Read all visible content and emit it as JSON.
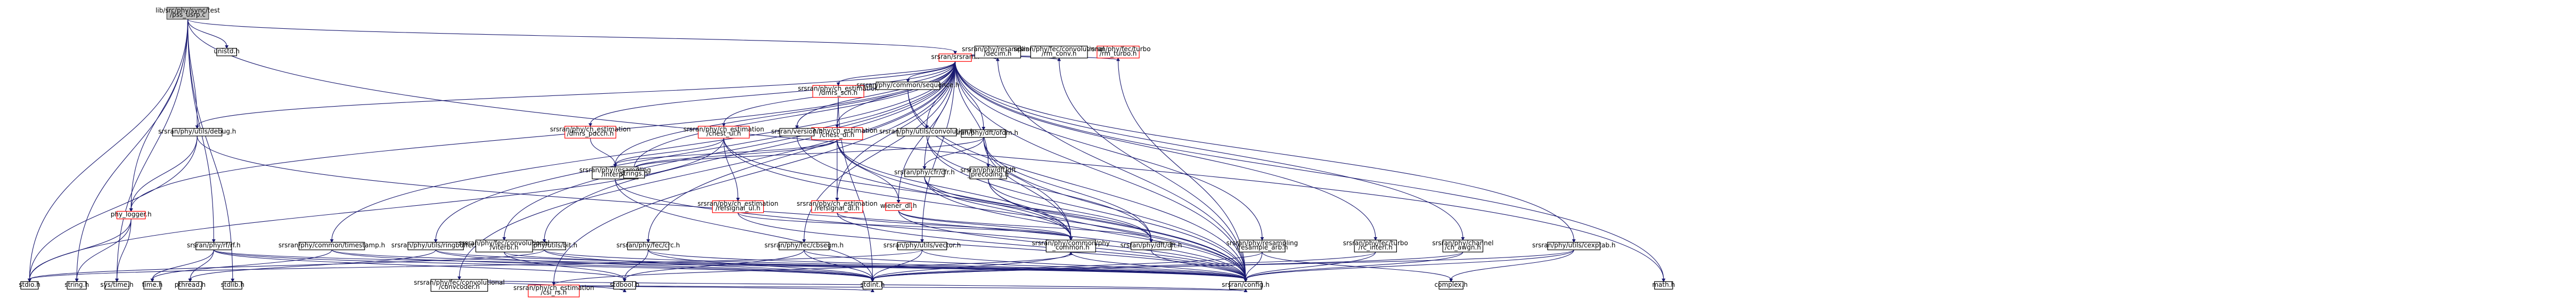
{
  "colors": {
    "edge": "#191970",
    "edge_head": "#191970",
    "node_fill": "#ffffff",
    "node_border": "#000000",
    "root_fill": "#bfbfbf",
    "root_border": "#404040",
    "missing_border": "#ff0000"
  },
  "nodes": [
    {
      "id": "root",
      "lines": [
        "lib/src/phy/sync/test",
        "/pss_usrp.c"
      ],
      "style": "root"
    },
    {
      "id": "srsran",
      "lines": [
        "srsran/srsran.h"
      ],
      "style": "missing"
    },
    {
      "id": "ch_dmrs_sch",
      "lines": [
        "srsran/phy/ch_estimation",
        "/dmrs_sch.h"
      ],
      "style": "missing"
    },
    {
      "id": "ch_dmrs_pdcch",
      "lines": [
        "srsran/phy/ch_estimation",
        "/dmrs_pdcch.h"
      ],
      "style": "missing"
    },
    {
      "id": "ch_csi_rs",
      "lines": [
        "srsran/phy/ch_estimation",
        "/csi_rs.h"
      ],
      "style": "missing"
    },
    {
      "id": "chest_dl",
      "lines": [
        "srsran/phy/ch_estimation",
        "/chest_dl.h"
      ],
      "style": "missing"
    },
    {
      "id": "chest_ul",
      "lines": [
        "srsran/phy/ch_estimation",
        "/chest_ul.h"
      ],
      "style": "missing"
    },
    {
      "id": "refsignal_ul",
      "lines": [
        "srsran/phy/ch_estimation",
        "/refsignal_ul.h"
      ],
      "style": "missing"
    },
    {
      "id": "refsignal_dl",
      "lines": [
        "srsran/phy/ch_estimation",
        "/refsignal_dl.h"
      ],
      "style": "missing"
    },
    {
      "id": "wiener_dl",
      "lines": [
        "wiener_dl.h"
      ],
      "style": "missing"
    },
    {
      "id": "phy_logger",
      "lines": [
        "phy_logger.h"
      ],
      "style": "missing"
    },
    {
      "id": "turbo_rm",
      "lines": [
        "srsran/phy/fec/turbo",
        "/rm_turbo.h"
      ],
      "style": "missing"
    },
    {
      "id": "interp",
      "lines": [
        "srsran/phy/resampling",
        "/interp.h"
      ],
      "style": "normal"
    },
    {
      "id": "debug",
      "lines": [
        "srsran/phy/utils/debug.h"
      ],
      "style": "normal"
    },
    {
      "id": "dft_precoding",
      "lines": [
        "srsran/phy/dft/dft",
        "_precoding.h"
      ],
      "style": "normal"
    },
    {
      "id": "ofdm",
      "lines": [
        "srsran/phy/dft/ofdm.h"
      ],
      "style": "normal"
    },
    {
      "id": "cfr",
      "lines": [
        "srsran/phy/cfr/cfr.h"
      ],
      "style": "normal"
    },
    {
      "id": "convolution",
      "lines": [
        "srsran/phy/utils/convolution.h"
      ],
      "style": "normal"
    },
    {
      "id": "version",
      "lines": [
        "srsran/version.h"
      ],
      "style": "normal"
    },
    {
      "id": "sequence",
      "lines": [
        "srsran/phy/common/sequence.h"
      ],
      "style": "normal"
    },
    {
      "id": "decim",
      "lines": [
        "srsran/phy/resampling",
        "/decim.h"
      ],
      "style": "normal"
    },
    {
      "id": "rm_conv",
      "lines": [
        "srsran/phy/fec/convolutional",
        "/rm_conv.h"
      ],
      "style": "normal"
    },
    {
      "id": "rf",
      "lines": [
        "srsran/phy/rf/rf.h"
      ],
      "style": "normal"
    },
    {
      "id": "timestamp",
      "lines": [
        "srsran/phy/common/timestamp.h"
      ],
      "style": "normal"
    },
    {
      "id": "ringbuffer",
      "lines": [
        "srsran/phy/utils/ringbuffer.h"
      ],
      "style": "normal"
    },
    {
      "id": "bit",
      "lines": [
        "srsran/phy/utils/bit.h"
      ],
      "style": "normal"
    },
    {
      "id": "crc",
      "lines": [
        "srsran/phy/fec/crc.h"
      ],
      "style": "normal"
    },
    {
      "id": "viterbi",
      "lines": [
        "srsran/phy/fec/convolutional",
        "/viterbi.h"
      ],
      "style": "normal"
    },
    {
      "id": "convcoder",
      "lines": [
        "srsran/phy/fec/convolutional",
        "/convcoder.h"
      ],
      "style": "normal"
    },
    {
      "id": "cbsegm",
      "lines": [
        "srsran/phy/fec/cbsegm.h"
      ],
      "style": "normal"
    },
    {
      "id": "vector",
      "lines": [
        "srsran/phy/utils/vector.h"
      ],
      "style": "normal"
    },
    {
      "id": "phy_common",
      "lines": [
        "srsran/phy/common/phy",
        "_common.h"
      ],
      "style": "normal"
    },
    {
      "id": "dft",
      "lines": [
        "srsran/phy/dft/dft.h"
      ],
      "style": "normal"
    },
    {
      "id": "resample_arb",
      "lines": [
        "srsran/phy/resampling",
        "/resample_arb.h"
      ],
      "style": "normal"
    },
    {
      "id": "rc_interl",
      "lines": [
        "srsran/phy/fec/turbo",
        "/rc_interl.h"
      ],
      "style": "normal"
    },
    {
      "id": "ch_awgn",
      "lines": [
        "srsran/phy/channel",
        "/ch_awgn.h"
      ],
      "style": "normal"
    },
    {
      "id": "ringbuffer_cb",
      "lines": [
        "srsran/phy/utils/cexptab.h"
      ],
      "style": "normal"
    },
    {
      "id": "unistd",
      "lines": [
        "unistd.h"
      ],
      "style": "normal"
    },
    {
      "id": "strings",
      "lines": [
        "strings.h"
      ],
      "style": "normal"
    },
    {
      "id": "stdio",
      "lines": [
        "stdio.h"
      ],
      "style": "normal"
    },
    {
      "id": "string",
      "lines": [
        "string.h"
      ],
      "style": "normal"
    },
    {
      "id": "systime",
      "lines": [
        "sys/time.h"
      ],
      "style": "normal"
    },
    {
      "id": "time",
      "lines": [
        "time.h"
      ],
      "style": "normal"
    },
    {
      "id": "pthread",
      "lines": [
        "pthread.h"
      ],
      "style": "normal"
    },
    {
      "id": "stdlib",
      "lines": [
        "stdlib.h"
      ],
      "style": "normal"
    },
    {
      "id": "stdbool",
      "lines": [
        "stdbool.h"
      ],
      "style": "normal"
    },
    {
      "id": "stdint",
      "lines": [
        "stdint.h"
      ],
      "style": "normal"
    },
    {
      "id": "config",
      "lines": [
        "srsran/config.h"
      ],
      "style": "normal"
    },
    {
      "id": "complex",
      "lines": [
        "complex.h"
      ],
      "style": "normal"
    },
    {
      "id": "math",
      "lines": [
        "math.h"
      ],
      "style": "normal"
    }
  ],
  "edges": [
    [
      "root",
      "srsran"
    ],
    [
      "root",
      "unistd"
    ],
    [
      "root",
      "stdio"
    ],
    [
      "root",
      "string"
    ],
    [
      "root",
      "stdlib"
    ],
    [
      "root",
      "math"
    ],
    [
      "root",
      "systime"
    ],
    [
      "root",
      "rf"
    ],
    [
      "root",
      "debug"
    ],
    [
      "root",
      "phy_logger"
    ],
    [
      "srsran",
      "ch_dmrs_sch"
    ],
    [
      "srsran",
      "ch_dmrs_pdcch"
    ],
    [
      "srsran",
      "ch_csi_rs"
    ],
    [
      "srsran",
      "chest_dl"
    ],
    [
      "srsran",
      "chest_ul"
    ],
    [
      "srsran",
      "refsignal_dl"
    ],
    [
      "srsran",
      "wiener_dl"
    ],
    [
      "srsran",
      "version"
    ],
    [
      "srsran",
      "sequence"
    ],
    [
      "srsran",
      "decim"
    ],
    [
      "srsran",
      "rm_conv"
    ],
    [
      "srsran",
      "turbo_rm"
    ],
    [
      "srsran",
      "ofdm"
    ],
    [
      "srsran",
      "cfr"
    ],
    [
      "srsran",
      "convolution"
    ],
    [
      "srsran",
      "dft_precoding"
    ],
    [
      "srsran",
      "interp"
    ],
    [
      "srsran",
      "debug"
    ],
    [
      "srsran",
      "phy_logger"
    ],
    [
      "srsran",
      "timestamp"
    ],
    [
      "srsran",
      "ringbuffer"
    ],
    [
      "srsran",
      "bit"
    ],
    [
      "srsran",
      "crc"
    ],
    [
      "srsran",
      "viterbi"
    ],
    [
      "srsran",
      "convcoder"
    ],
    [
      "srsran",
      "cbsegm"
    ],
    [
      "srsran",
      "vector"
    ],
    [
      "srsran",
      "resample_arb"
    ],
    [
      "srsran",
      "rc_interl"
    ],
    [
      "srsran",
      "ch_awgn"
    ],
    [
      "srsran",
      "ringbuffer_cb"
    ],
    [
      "srsran",
      "strings"
    ],
    [
      "srsran",
      "config"
    ],
    [
      "srsran",
      "math"
    ],
    [
      "ch_dmrs_sch",
      "chest_dl"
    ],
    [
      "ch_dmrs_sch",
      "stdint"
    ],
    [
      "ch_dmrs_pdcch",
      "interp"
    ],
    [
      "chest_dl",
      "refsignal_dl"
    ],
    [
      "chest_dl",
      "wiener_dl"
    ],
    [
      "chest_dl",
      "interp"
    ],
    [
      "chest_dl",
      "phy_common"
    ],
    [
      "chest_dl",
      "config"
    ],
    [
      "chest_dl",
      "strings"
    ],
    [
      "chest_ul",
      "refsignal_ul"
    ],
    [
      "chest_ul",
      "interp"
    ],
    [
      "chest_ul",
      "phy_common"
    ],
    [
      "chest_ul",
      "config"
    ],
    [
      "chest_ul",
      "stdio"
    ],
    [
      "refsignal_ul",
      "phy_common"
    ],
    [
      "refsignal_ul",
      "config"
    ],
    [
      "refsignal_dl",
      "phy_common"
    ],
    [
      "refsignal_dl",
      "config"
    ],
    [
      "wiener_dl",
      "dft"
    ],
    [
      "wiener_dl",
      "phy_common"
    ],
    [
      "wiener_dl",
      "config"
    ],
    [
      "interp",
      "config"
    ],
    [
      "interp",
      "stdint"
    ],
    [
      "debug",
      "phy_logger"
    ],
    [
      "debug",
      "stdio"
    ],
    [
      "debug",
      "config"
    ],
    [
      "phy_logger",
      "stdio"
    ],
    [
      "phy_logger",
      "string"
    ],
    [
      "phy_logger",
      "systime"
    ],
    [
      "ofdm",
      "cfr"
    ],
    [
      "ofdm",
      "dft"
    ],
    [
      "ofdm",
      "phy_common"
    ],
    [
      "ofdm",
      "config"
    ],
    [
      "ofdm",
      "strings"
    ],
    [
      "cfr",
      "dft"
    ],
    [
      "cfr",
      "phy_common"
    ],
    [
      "cfr",
      "config"
    ],
    [
      "convolution",
      "dft"
    ],
    [
      "convolution",
      "config"
    ],
    [
      "dft_precoding",
      "dft"
    ],
    [
      "dft_precoding",
      "phy_common"
    ],
    [
      "dft_precoding",
      "config"
    ],
    [
      "version",
      "config"
    ],
    [
      "sequence",
      "phy_common"
    ],
    [
      "sequence",
      "config"
    ],
    [
      "decim",
      "config"
    ],
    [
      "rm_conv",
      "config"
    ],
    [
      "turbo_rm",
      "config"
    ],
    [
      "rf",
      "pthread"
    ],
    [
      "rf",
      "stdbool"
    ],
    [
      "rf",
      "stdint"
    ],
    [
      "rf",
      "config"
    ],
    [
      "rf",
      "time"
    ],
    [
      "timestamp",
      "time"
    ],
    [
      "timestamp",
      "stdint"
    ],
    [
      "timestamp",
      "config"
    ],
    [
      "ringbuffer",
      "pthread"
    ],
    [
      "ringbuffer",
      "stdint"
    ],
    [
      "ringbuffer",
      "config"
    ],
    [
      "bit",
      "stdint"
    ],
    [
      "bit",
      "stdio"
    ],
    [
      "bit",
      "config"
    ],
    [
      "crc",
      "stdint"
    ],
    [
      "crc",
      "stdbool"
    ],
    [
      "crc",
      "config"
    ],
    [
      "viterbi",
      "stdbool"
    ],
    [
      "viterbi",
      "config"
    ],
    [
      "convcoder",
      "stdbool"
    ],
    [
      "convcoder",
      "config"
    ],
    [
      "cbsegm",
      "stdint"
    ],
    [
      "cbsegm",
      "stdbool"
    ],
    [
      "cbsegm",
      "config"
    ],
    [
      "vector",
      "stdint"
    ],
    [
      "vector",
      "stdio"
    ],
    [
      "vector",
      "config"
    ],
    [
      "phy_common",
      "stdint"
    ],
    [
      "phy_common",
      "config"
    ],
    [
      "dft",
      "config"
    ],
    [
      "resample_arb",
      "complex"
    ],
    [
      "resample_arb",
      "stdint"
    ],
    [
      "resample_arb",
      "config"
    ],
    [
      "rc_interl",
      "stdint"
    ],
    [
      "rc_interl",
      "config"
    ],
    [
      "ch_awgn",
      "stdint"
    ],
    [
      "ch_awgn",
      "config"
    ],
    [
      "ringbuffer_cb",
      "complex"
    ],
    [
      "ringbuffer_cb",
      "stdint"
    ],
    [
      "ringbuffer_cb",
      "config"
    ],
    [
      "ch_csi_rs",
      "stdint"
    ],
    [
      "ch_csi_rs",
      "config"
    ],
    [
      "ch_csi_rs",
      "phy_common"
    ]
  ]
}
